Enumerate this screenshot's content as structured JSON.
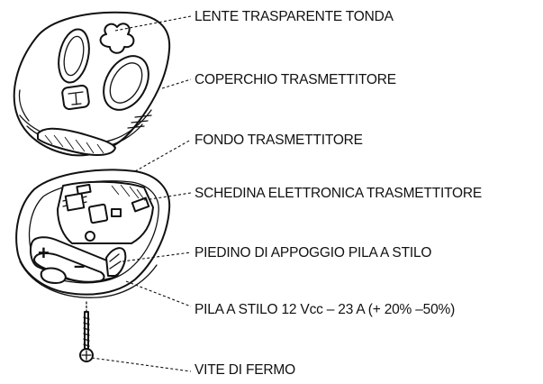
{
  "labels": [
    {
      "key": "lens",
      "text": "LENTE TRASPARENTE TONDA"
    },
    {
      "key": "cover",
      "text": "COPERCHIO TRASMETTITORE"
    },
    {
      "key": "base",
      "text": "FONDO TRASMETTITORE"
    },
    {
      "key": "board",
      "text": "SCHEDINA ELETTRONICA TRASMETTITORE"
    },
    {
      "key": "foot",
      "text": "PIEDINO DI APPOGGIO PILA A STILO"
    },
    {
      "key": "battery",
      "text": "PILA A STILO 12 Vcc – 23 A (+ 20% –50%)"
    },
    {
      "key": "screw",
      "text": "VITE DI FERMO"
    }
  ],
  "battery_marks": {
    "plus": "+",
    "minus": "–"
  }
}
